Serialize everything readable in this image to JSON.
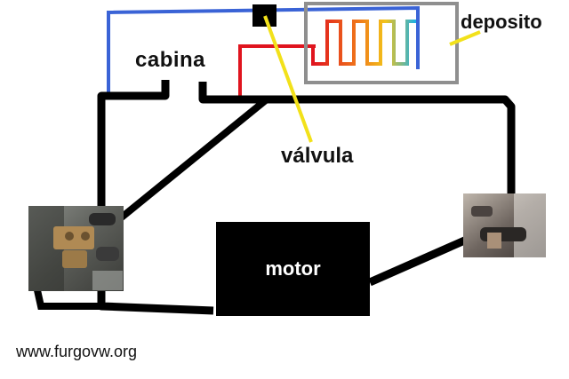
{
  "labels": {
    "cabina": "cabina",
    "deposito": "deposito",
    "valvula": "válvula",
    "motor": "motor",
    "watermark": "www.furgovw.org"
  },
  "colors": {
    "background": "#ffffff",
    "hose": "#000000",
    "cold_line": "#3a63d6",
    "hot_line": "#e0141e",
    "pointer": "#f2e11a",
    "tank_frame": "#8f8f8f",
    "motor_block": "#000000",
    "coil_gradient": [
      "#e0141e",
      "#f07a1a",
      "#f2c21a",
      "#1ab0e8"
    ]
  },
  "photos": {
    "left": "valve-photo",
    "right": "pump-photo"
  }
}
